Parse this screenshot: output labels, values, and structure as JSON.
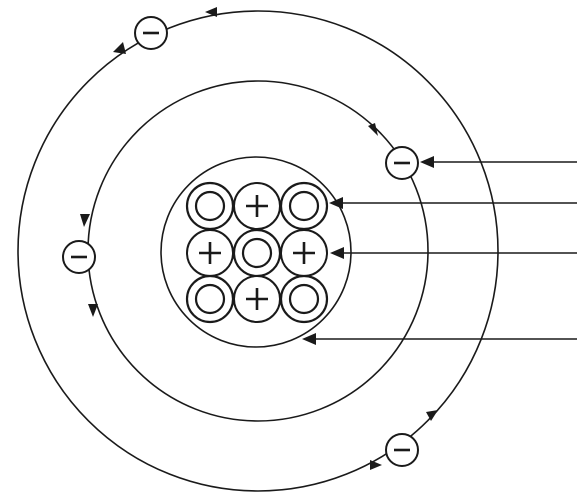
{
  "diagram": {
    "subject": "atom",
    "colors": {
      "ink": "#1a1a1a",
      "background": "#ffffff"
    },
    "orbits": [
      {
        "shell": "outer",
        "direction": "counterclockwise"
      },
      {
        "shell": "inner",
        "direction": "counterclockwise"
      }
    ],
    "electrons": [
      {
        "shell": "outer",
        "sign": "minus"
      },
      {
        "shell": "outer",
        "sign": "minus"
      },
      {
        "shell": "inner",
        "sign": "minus"
      },
      {
        "shell": "inner",
        "sign": "minus"
      }
    ],
    "nucleus": {
      "grid": [
        [
          "neutron",
          "proton",
          "neutron"
        ],
        [
          "proton",
          "neutron",
          "proton"
        ],
        [
          "neutron",
          "proton",
          "neutron"
        ]
      ],
      "proton_count": 4,
      "neutron_count": 5
    },
    "leader_lines": 4
  }
}
